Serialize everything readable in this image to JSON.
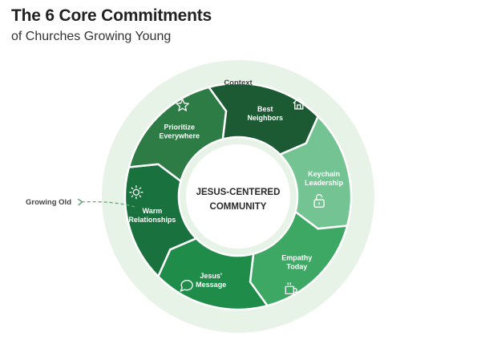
{
  "header": {
    "title": "The 6 Core Commitments",
    "subtitle": "of Churches Growing Young"
  },
  "diagram": {
    "context_label": "Context",
    "center_line1": "JESUS-CENTERED",
    "center_line2": "COMMUNITY",
    "side_label": "Growing Old",
    "colors": {
      "outer_ring": "#e8f3e8",
      "inner_circle": "#ffffff",
      "arrow": "#6aa57a"
    },
    "segments": [
      {
        "line1": "Best",
        "line2": "Neighbors",
        "icon": "house-icon",
        "color": "#1c5a33"
      },
      {
        "line1": "Keychain",
        "line2": "Leadership",
        "icon": "lock-icon",
        "color": "#74c493"
      },
      {
        "line1": "Empathy",
        "line2": "Today",
        "icon": "mug-icon",
        "color": "#3da864"
      },
      {
        "line1": "Jesus'",
        "line2": "Message",
        "icon": "speech-bubble-icon",
        "color": "#1f8d49"
      },
      {
        "line1": "Warm",
        "line2": "Relationships",
        "icon": "sun-icon",
        "color": "#19723d"
      },
      {
        "line1": "Prioritize",
        "line2": "Everywhere",
        "icon": "star-icon",
        "color": "#2d7c46"
      }
    ]
  }
}
